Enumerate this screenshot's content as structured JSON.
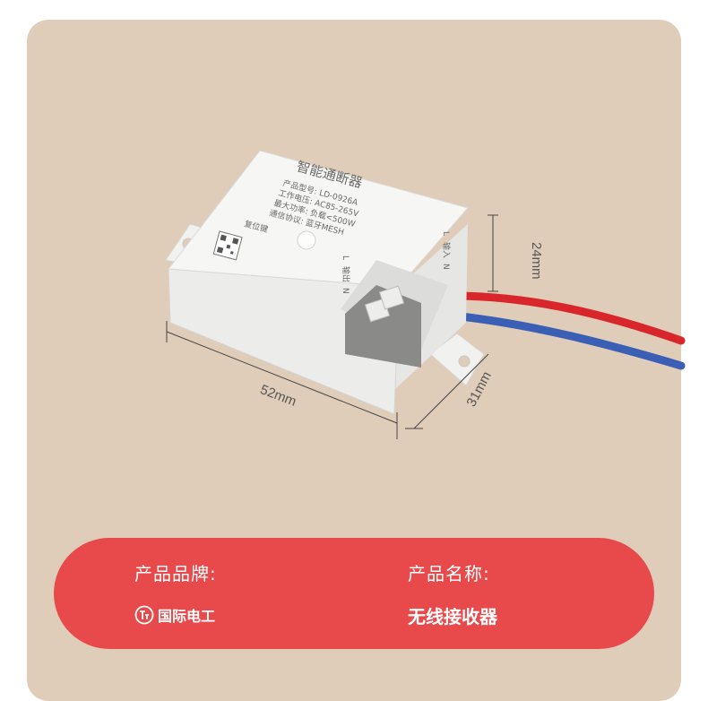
{
  "device": {
    "title": "智能通断器",
    "spec_lines": [
      "产品型号: LD-0926A",
      "工作电压: AC85-265V",
      "最大功率: 负载<500W",
      "通信协议: 蓝牙MESH"
    ],
    "reset_label": "复位键",
    "input_label": "输入",
    "output_label": "输出",
    "terminal_l": "L",
    "terminal_n": "N"
  },
  "dimensions": {
    "length": "52mm",
    "width": "31mm",
    "height": "24mm"
  },
  "info": {
    "brand_heading": "产品品牌:",
    "brand_logo_text": "国际电工",
    "name_heading": "产品名称:",
    "name_value": "无线接收器"
  },
  "colors": {
    "panel": "#dfcdb9",
    "bar": "#e84a4c",
    "wire_red": "#d8262b",
    "wire_blue": "#3a5fb4"
  }
}
